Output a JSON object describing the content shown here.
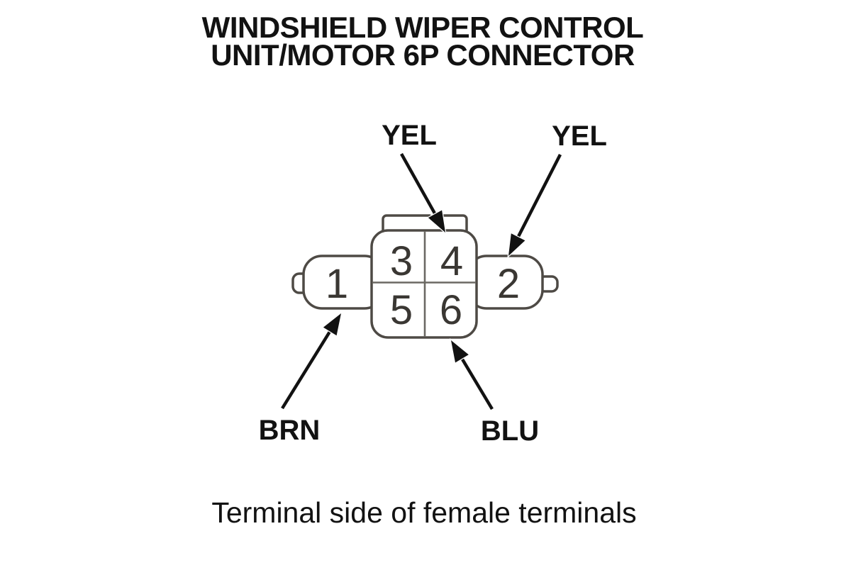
{
  "page": {
    "title_line1": "WINDSHIELD WIPER CONTROL",
    "title_line2": "UNIT/MOTOR 6P CONNECTOR",
    "caption": "Terminal side of female terminals"
  },
  "connector": {
    "terminals": {
      "t1": "1",
      "t2": "2",
      "t3": "3",
      "t4": "4",
      "t5": "5",
      "t6": "6"
    },
    "wire_labels": {
      "yel_left": "YEL",
      "yel_right": "YEL",
      "brn": "BRN",
      "blu": "BLU"
    },
    "wire_map": [
      {
        "wire": "YEL",
        "terminal": "4"
      },
      {
        "wire": "YEL",
        "terminal": "2"
      },
      {
        "wire": "BRN",
        "terminal": "1"
      },
      {
        "wire": "BLU",
        "terminal": "6"
      }
    ],
    "colors": {
      "background": "#ffffff",
      "outline": "#4e4a45",
      "divider": "#6b6863",
      "label_text": "#121212",
      "terminal_text": "#3a3733"
    }
  }
}
